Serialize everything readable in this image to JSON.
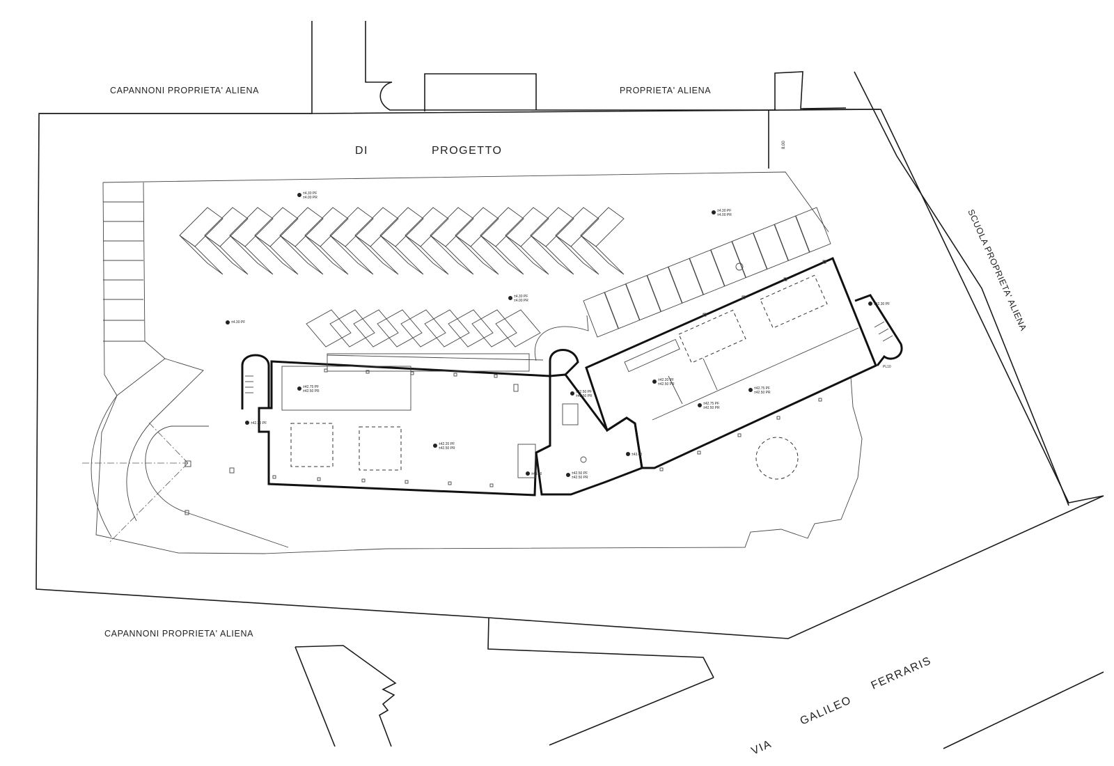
{
  "labels": {
    "neighbor_nw": "CAPANNONI PROPRIETA' ALIENA",
    "neighbor_n": "PROPRIETA' ALIENA",
    "neighbor_sw": "CAPANNONI PROPRIETA' ALIENA",
    "neighbor_e": "SCUOLA PROPRIETA' ALIENA",
    "project_di": "DI",
    "project_progetto": "PROGETTO",
    "street_via": "VIA",
    "street_galileo": "GALILEO",
    "street_ferraris": "FERRARIS",
    "dimension_8": "8.00"
  },
  "elevations": {
    "parking_nw_1": "±4.30 PF",
    "parking_nw_2": "±4.00 PR",
    "parking_ne_1": "±4.30 PF",
    "parking_ne_2": "±4.00 PR",
    "parking_mid_1": "±4.30 PF",
    "parking_mid_2": "±4.00 PR",
    "parking_w": "±4.30 PF",
    "stair_e": "±42.30 PF",
    "room_a_1": "±42.75 PF",
    "room_a_2": "±42.50 PR",
    "hall_1": "±42.20 PF",
    "hall_2": "±42.50 PR",
    "entrance_w": "±42.30 PF",
    "core_1": "±42.50 PF",
    "core_2": "±42.50 PR",
    "lobby_1": "±42.50 PF",
    "lobby_2": "±42.50 PR",
    "step_1": "±43.40",
    "step_2": "±43.40",
    "wing_1": "±42.20 PF",
    "wing_2": "±42.50 PR",
    "wing_b_1": "±42.75 PF",
    "wing_b_2": "±42.50 PR",
    "wing_c_1": "±42.75 PF",
    "wing_c_2": "±42.50 PR",
    "corner_e": "PL10"
  }
}
